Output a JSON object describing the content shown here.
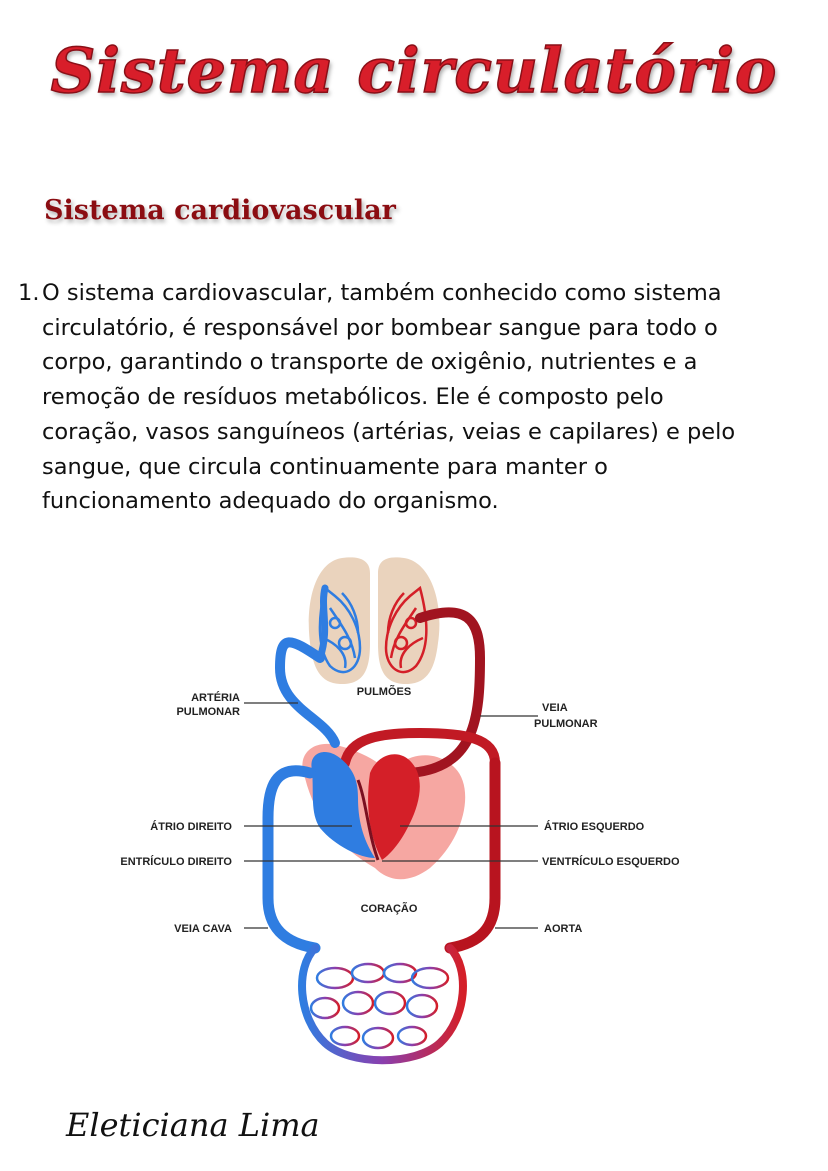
{
  "header": {
    "title": "Sistema circulatório"
  },
  "section": {
    "heading": "Sistema cardiovascular"
  },
  "content": {
    "item_number": "1.",
    "paragraph": "O sistema cardiovascular, também conhecido como sistema circulatório, é responsável por bombear sangue para todo o corpo, garantindo o transporte de oxigênio, nutrientes e a remoção de resíduos metabólicos. Ele é composto pelo coração, vasos sanguíneos (artérias, veias e capilares) e pelo sangue, que circula continuamente para manter o funcionamento adequado do organismo."
  },
  "diagram": {
    "labels": {
      "arteria_pulmonar_1": "ARTÉRIA",
      "arteria_pulmonar_2": "PULMONAR",
      "pulmoes": "PULMÕES",
      "veia_pulmonar_1": "VEIA",
      "veia_pulmonar_2": "PULMONAR",
      "atrio_direito": "ÁTRIO DIREITO",
      "atrio_esquerdo": "ÁTRIO ESQUERDO",
      "ventriculo_direito": "VENTRÍCULO DIREITO",
      "ventriculo_esquerdo": "VENTRÍCULO ESQUERDO",
      "coracao": "CORAÇÃO",
      "veia_cava": "VEIA CAVA",
      "aorta": "AORTA"
    },
    "colors": {
      "deoxygenated": "#2f7de1",
      "oxygenated": "#d41f28",
      "lung_fill": "#ead3bd",
      "heart_halo": "#f6a7a2"
    }
  },
  "footer": {
    "signature": "Eleticiana Lima"
  }
}
